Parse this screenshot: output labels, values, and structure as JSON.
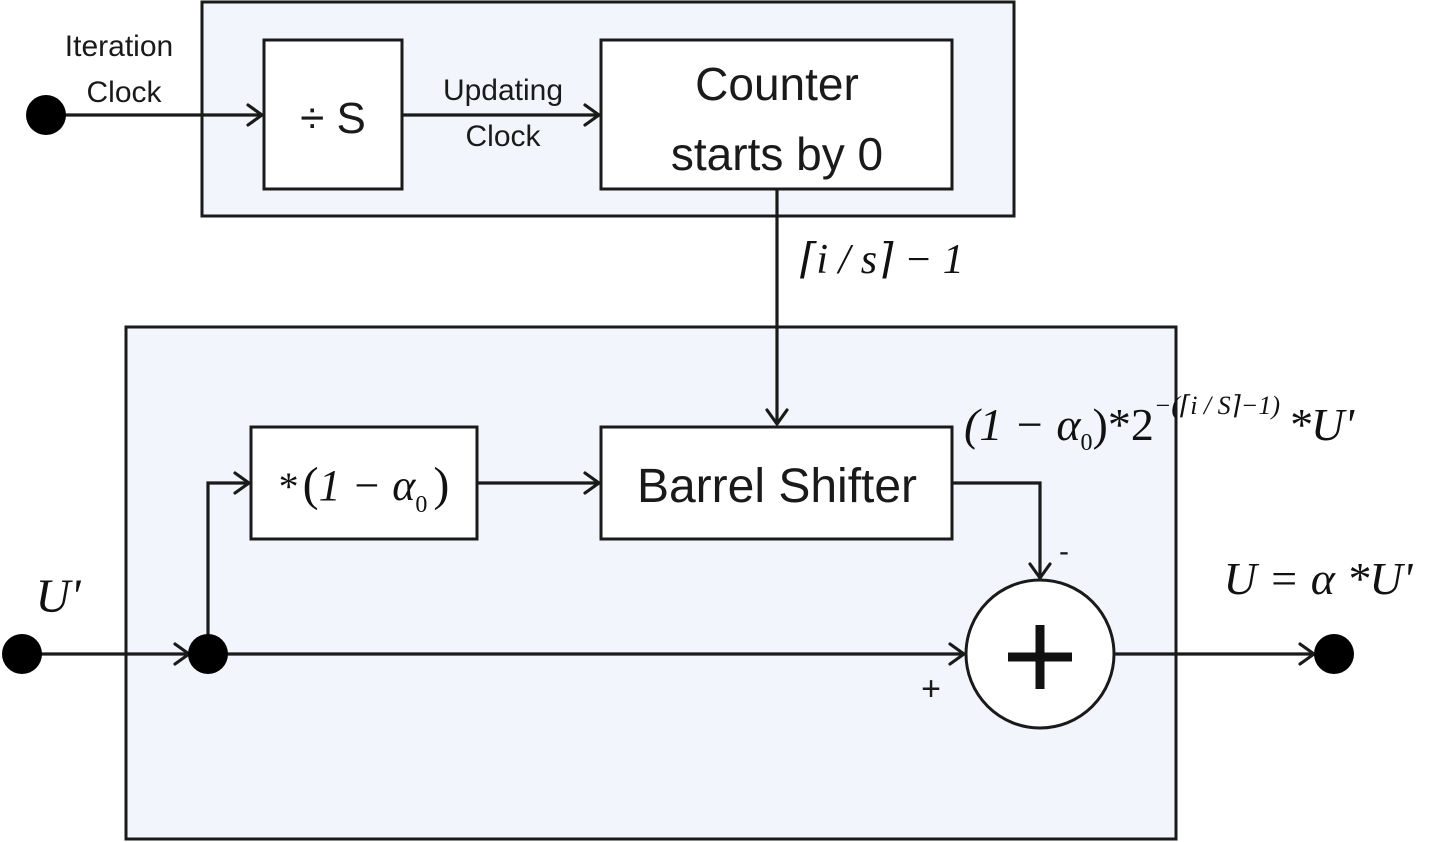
{
  "inputs": {
    "iteration_clock_line1": "Iteration",
    "iteration_clock_line2": "Clock",
    "u_prime": "U'"
  },
  "blocks": {
    "divider": "÷ S",
    "updating_clock_line1": "Updating",
    "updating_clock_line2": "Clock",
    "counter_line1": "Counter",
    "counter_line2": "starts by 0",
    "multiplier_star": "*",
    "multiplier_open": "(",
    "multiplier_expr": "1 − α",
    "multiplier_sub": "0",
    "multiplier_close": ")",
    "barrel_shifter": "Barrel Shifter"
  },
  "signals": {
    "shift_amount": "⌈i / s⌉ − 1",
    "shifter_out_base": "(1 − α",
    "shifter_out_sub": "0",
    "shifter_out_mid": ")*2",
    "shifter_out_exp": "−(⌈i / S⌉−1)",
    "shifter_out_tail": "*U'",
    "minus_sign": "-",
    "plus_sign": "+",
    "output": "U = α *U'"
  },
  "colors": {
    "panel_fill": "#f2f6fc",
    "stroke": "#1a1a1a"
  }
}
